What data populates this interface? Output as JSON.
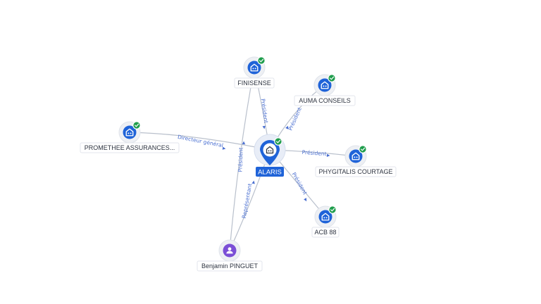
{
  "graph": {
    "center": {
      "name": "ALARIS",
      "type": "company",
      "verified": true
    },
    "nodes": [
      {
        "id": "finisense",
        "name": "FINISENSE",
        "type": "company",
        "verified": true
      },
      {
        "id": "auma",
        "name": "AUMA CONSEILS",
        "type": "company",
        "verified": true
      },
      {
        "id": "promethee",
        "name": "PROMETHEE ASSURANCES...",
        "type": "company",
        "verified": true
      },
      {
        "id": "phygitalis",
        "name": "PHYGITALIS COURTAGE",
        "type": "company",
        "verified": true
      },
      {
        "id": "acb88",
        "name": "ACB 88",
        "type": "company",
        "verified": true
      },
      {
        "id": "benjamin",
        "name": "Benjamin PINGUET",
        "type": "person",
        "verified": false
      }
    ],
    "edges": [
      {
        "id": "e1",
        "from": "center",
        "to": "finisense",
        "label": "Président"
      },
      {
        "id": "e2",
        "from": "center",
        "to": "auma",
        "label": "Président"
      },
      {
        "id": "e3",
        "from": "promethee",
        "to": "center",
        "label": "Directeur général"
      },
      {
        "id": "e4",
        "from": "center",
        "to": "phygitalis",
        "label": "Président"
      },
      {
        "id": "e5",
        "from": "center",
        "to": "acb88",
        "label": "Président"
      },
      {
        "id": "e6",
        "from": "benjamin",
        "to": "center",
        "label": "Représentant"
      },
      {
        "id": "e7",
        "from": "benjamin",
        "to": "finisense",
        "label": "Président"
      }
    ],
    "colors": {
      "company": "#1f63d8",
      "person": "#7b4fd6",
      "verified_badge": "#1f9d4c",
      "edge_label": "#4a6fd1"
    },
    "icons": {
      "company": "building-icon",
      "person": "user-icon",
      "verified": "check-badge-icon"
    }
  }
}
